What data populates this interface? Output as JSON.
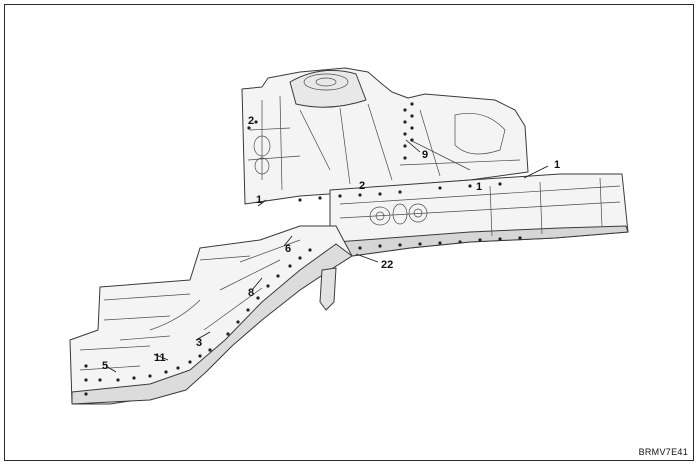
{
  "figure_code": "BRMV7E41",
  "callouts": {
    "c2_top": "2",
    "c9": "9",
    "c1_right": "1",
    "c2_mid": "2",
    "c1_left": "1",
    "c1_mid": "1",
    "c6": "6",
    "c22": "22",
    "c8": "8",
    "c3": "3",
    "c11": "11",
    "c5": "5"
  },
  "colors": {
    "line": "#3a3a3a",
    "fill": "#f4f4f4",
    "shade": "#d6d6d6",
    "frame": "#2a2a2a"
  }
}
